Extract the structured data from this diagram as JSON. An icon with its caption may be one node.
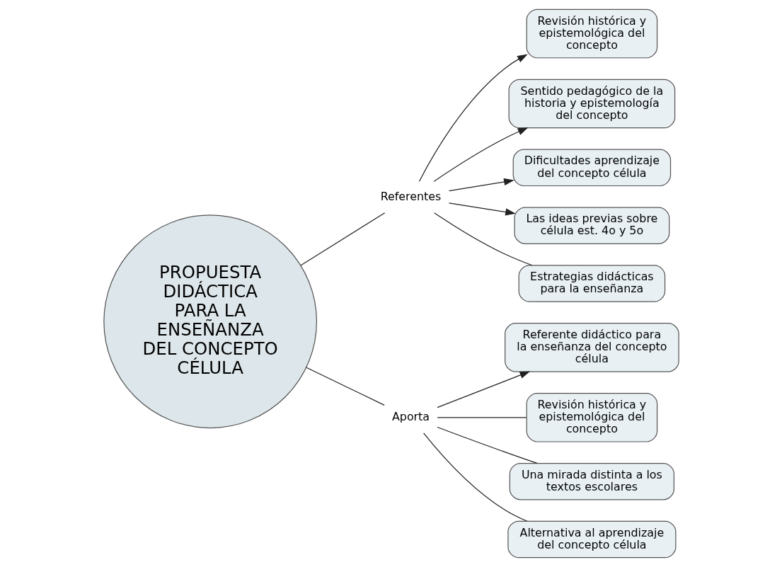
{
  "diagram": {
    "nodes": [
      {
        "text": [
          "PROPUESTA DIDÁCTICA PARA LA ENSEÑANZA DEL CONCEPTO CÉLULA"
        ]
      },
      {
        "text": [
          "Referentes"
        ]
      },
      {
        "text": [
          "Revisión histórica y epistemológica del concepto"
        ]
      },
      {
        "text": [
          "Sentido pedagógico de la historia y epistemología del concepto"
        ]
      },
      {
        "text": [
          "Dificultades aprendizaje del concepto célula"
        ]
      },
      {
        "text": [
          "Las ideas previas sobre célula est. 4o y 5o"
        ]
      },
      {
        "text": [
          "Estrategias didácticas para la enseñanza"
        ]
      },
      {
        "text": [
          "Aporta"
        ]
      },
      {
        "text": [
          "Referente didáctico para la enseñanza del concepto célula"
        ]
      },
      {
        "text": [
          "Revisión histórica y epistemológica del concepto"
        ]
      },
      {
        "text": [
          "Una mirada distinta a los textos escolares"
        ]
      },
      {
        "text": [
          "Alternativa al aprendizaje del concepto célula"
        ]
      }
    ],
    "edges": [
      {
        "from": 0,
        "to": 1,
        "arrow": "none"
      },
      {
        "from": 1,
        "to": 2,
        "arrow": "to"
      },
      {
        "from": 1,
        "to": 3,
        "arrow": "to"
      },
      {
        "from": 1,
        "to": 4,
        "arrow": "to"
      },
      {
        "from": 1,
        "to": 5,
        "arrow": "to"
      },
      {
        "from": 1,
        "to": 6,
        "arrow": "none"
      },
      {
        "from": 0,
        "to": 7,
        "arrow": "none"
      },
      {
        "from": 7,
        "to": 8,
        "arrow": "to"
      },
      {
        "from": 7,
        "to": 9,
        "arrow": "none"
      },
      {
        "from": 7,
        "to": 10,
        "arrow": "none"
      },
      {
        "from": 7,
        "to": 11,
        "arrow": "none"
      }
    ]
  }
}
